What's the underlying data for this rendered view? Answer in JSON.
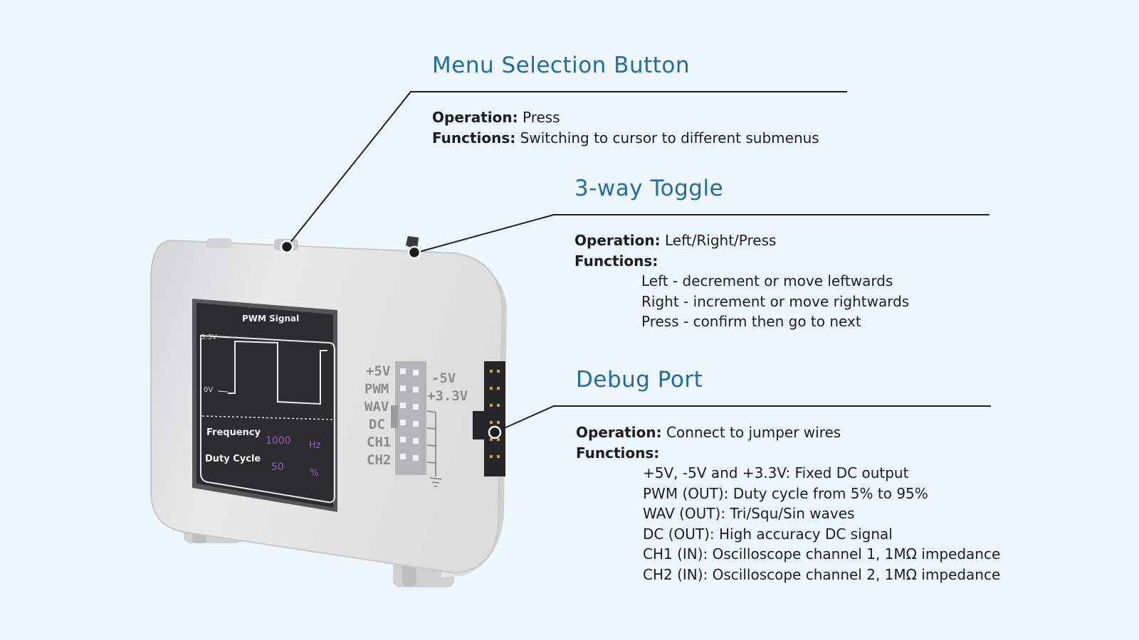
{
  "colors": {
    "background": "#eef7fd",
    "title": "#1f6ca8",
    "text": "#1d1d1f",
    "screen_accent": "#9b59d0"
  },
  "device": {
    "screen": {
      "title": "PWM Signal",
      "high_label": "3.3V",
      "low_label": "0V",
      "freq_label": "Frequency",
      "freq_value": "1000",
      "freq_unit": "Hz",
      "duty_label": "Duty Cycle",
      "duty_value": "50",
      "duty_unit": "%"
    },
    "pins_left": [
      "+5V",
      "PWM",
      "WAV",
      "DC",
      "CH1",
      "CH2"
    ],
    "pins_right": [
      "-5V",
      "+3.3V"
    ]
  },
  "callouts": {
    "menu": {
      "title": "Menu Selection Button",
      "op_label": "Operation:",
      "op_value": "Press",
      "fn_label": "Functions:",
      "fn_value": "Switching to cursor to different submenus"
    },
    "toggle": {
      "title": "3-way Toggle",
      "op_label": "Operation:",
      "op_value": "Left/Right/Press",
      "fn_label": "Functions:",
      "items": [
        "Left - decrement or move leftwards",
        "Right - increment or move rightwards",
        "Press - confirm then go to next"
      ]
    },
    "debug": {
      "title": "Debug Port",
      "op_label": "Operation:",
      "op_value": "Connect to jumper wires",
      "fn_label": "Functions:",
      "items": [
        "+5V, -5V and +3.3V: Fixed DC output",
        "PWM (OUT): Duty cycle from 5% to 95%",
        "WAV (OUT): Tri/Squ/Sin waves",
        "DC (OUT): High accuracy DC signal",
        "CH1 (IN): Oscilloscope channel 1, 1MΩ impedance",
        "CH2 (IN): Oscilloscope channel 2, 1MΩ impedance"
      ]
    }
  }
}
